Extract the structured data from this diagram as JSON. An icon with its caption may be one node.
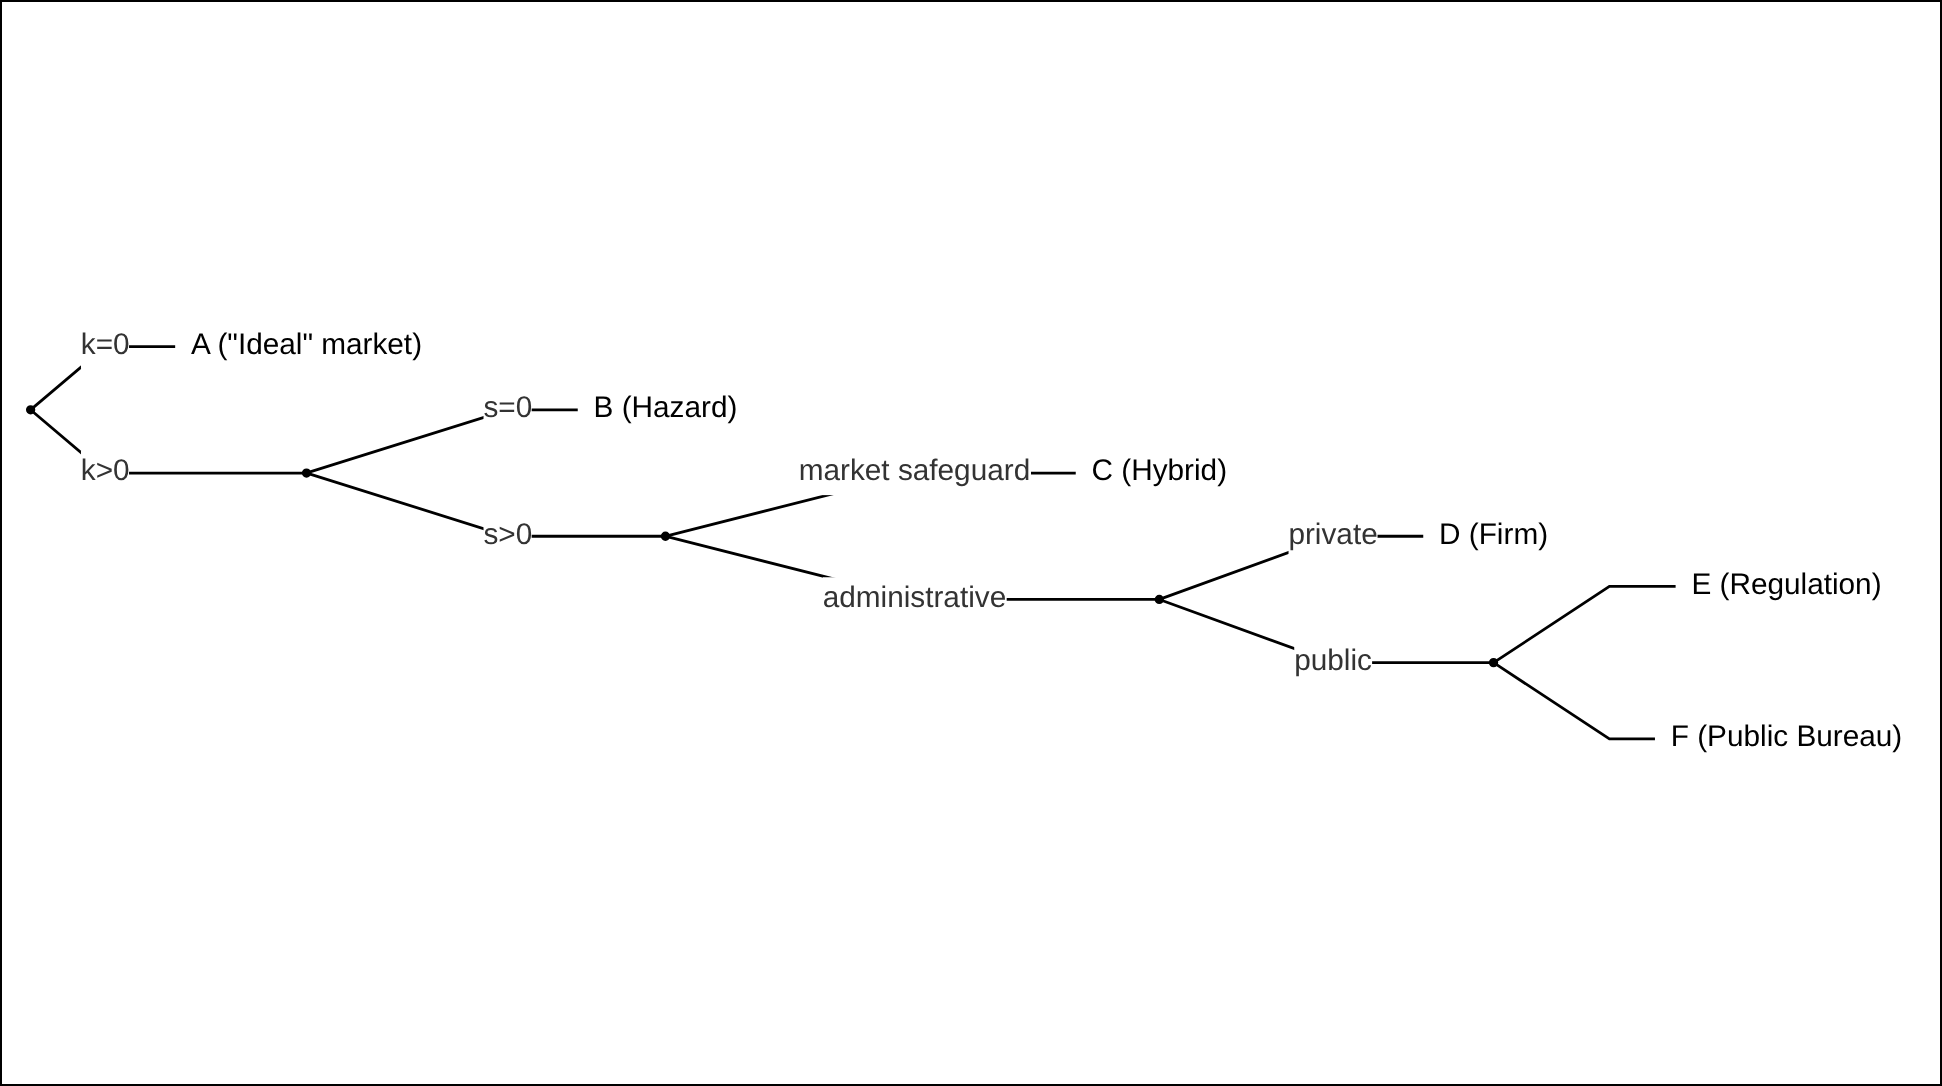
{
  "diagram": {
    "nodes": [
      {
        "text": [],
        "shape": "circle"
      },
      {
        "text": [
          "A (\"Ideal\" market)"
        ]
      },
      {
        "text": [],
        "shape": "circle"
      },
      {
        "text": [
          "B (Hazard)"
        ]
      },
      {
        "text": [],
        "shape": "circle"
      },
      {
        "text": [
          "C (Hybrid)"
        ]
      },
      {
        "text": [],
        "shape": "circle"
      },
      {
        "text": [
          "D (Firm)"
        ]
      },
      {
        "text": [],
        "shape": "circle"
      },
      {
        "text": [
          "E (Regulation)"
        ]
      },
      {
        "text": [
          "F (Public Bureau)"
        ]
      }
    ],
    "edges": [
      {
        "from": 0,
        "to": 1,
        "arrow": "none",
        "label": "k=0"
      },
      {
        "from": 0,
        "to": 2,
        "arrow": "none",
        "label": "k>0"
      },
      {
        "from": 2,
        "to": 3,
        "arrow": "none",
        "label": "s=0"
      },
      {
        "from": 2,
        "to": 4,
        "arrow": "none",
        "label": "s>0"
      },
      {
        "from": 4,
        "to": 5,
        "arrow": "none",
        "label": "market safeguard"
      },
      {
        "from": 4,
        "to": 6,
        "arrow": "none",
        "label": "administrative"
      },
      {
        "from": 6,
        "to": 7,
        "arrow": "none",
        "label": "private"
      },
      {
        "from": 6,
        "to": 8,
        "arrow": "none",
        "label": "public"
      },
      {
        "from": 8,
        "to": 9,
        "arrow": "none"
      },
      {
        "from": 8,
        "to": 10,
        "arrow": "none"
      }
    ]
  }
}
